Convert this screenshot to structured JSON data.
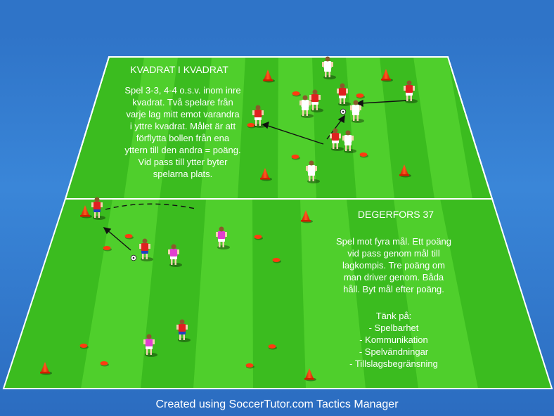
{
  "upper_drill": {
    "title": "KVADRAT I KVADRAT",
    "description": "Spel 3-3, 4-4 o.s.v. inom inre\nkvadrat. Två spelare från\nvarje lag mitt emot varandra\ni yttre kvadrat. Målet är att\nförflytta bollen från ena\nyttern till den andra = poäng.\nVid pass till ytter byter\nspelarna plats."
  },
  "lower_drill": {
    "title": "DEGERFORS 37",
    "description": "Spel mot fyra mål. Ett poäng\nvid pass genom mål till\nlagkompis. Tre poäng om\nman driver genom. Båda\nhåll. Byt mål efter poäng.",
    "think_about": "Tänk på:\n- Spelbarhet\n- Kommunikation\n- Spelvändningar\n- Tillslagsbegränsning"
  },
  "footer": "Created using SoccerTutor.com Tactics Manager",
  "colors": {
    "pitch_light": "#4fce2a",
    "pitch_dark": "#34b51a",
    "team_red": "#e02020",
    "team_white": "#ffffff",
    "team_pink": "#e040d0",
    "cone": "#ff3a10"
  }
}
